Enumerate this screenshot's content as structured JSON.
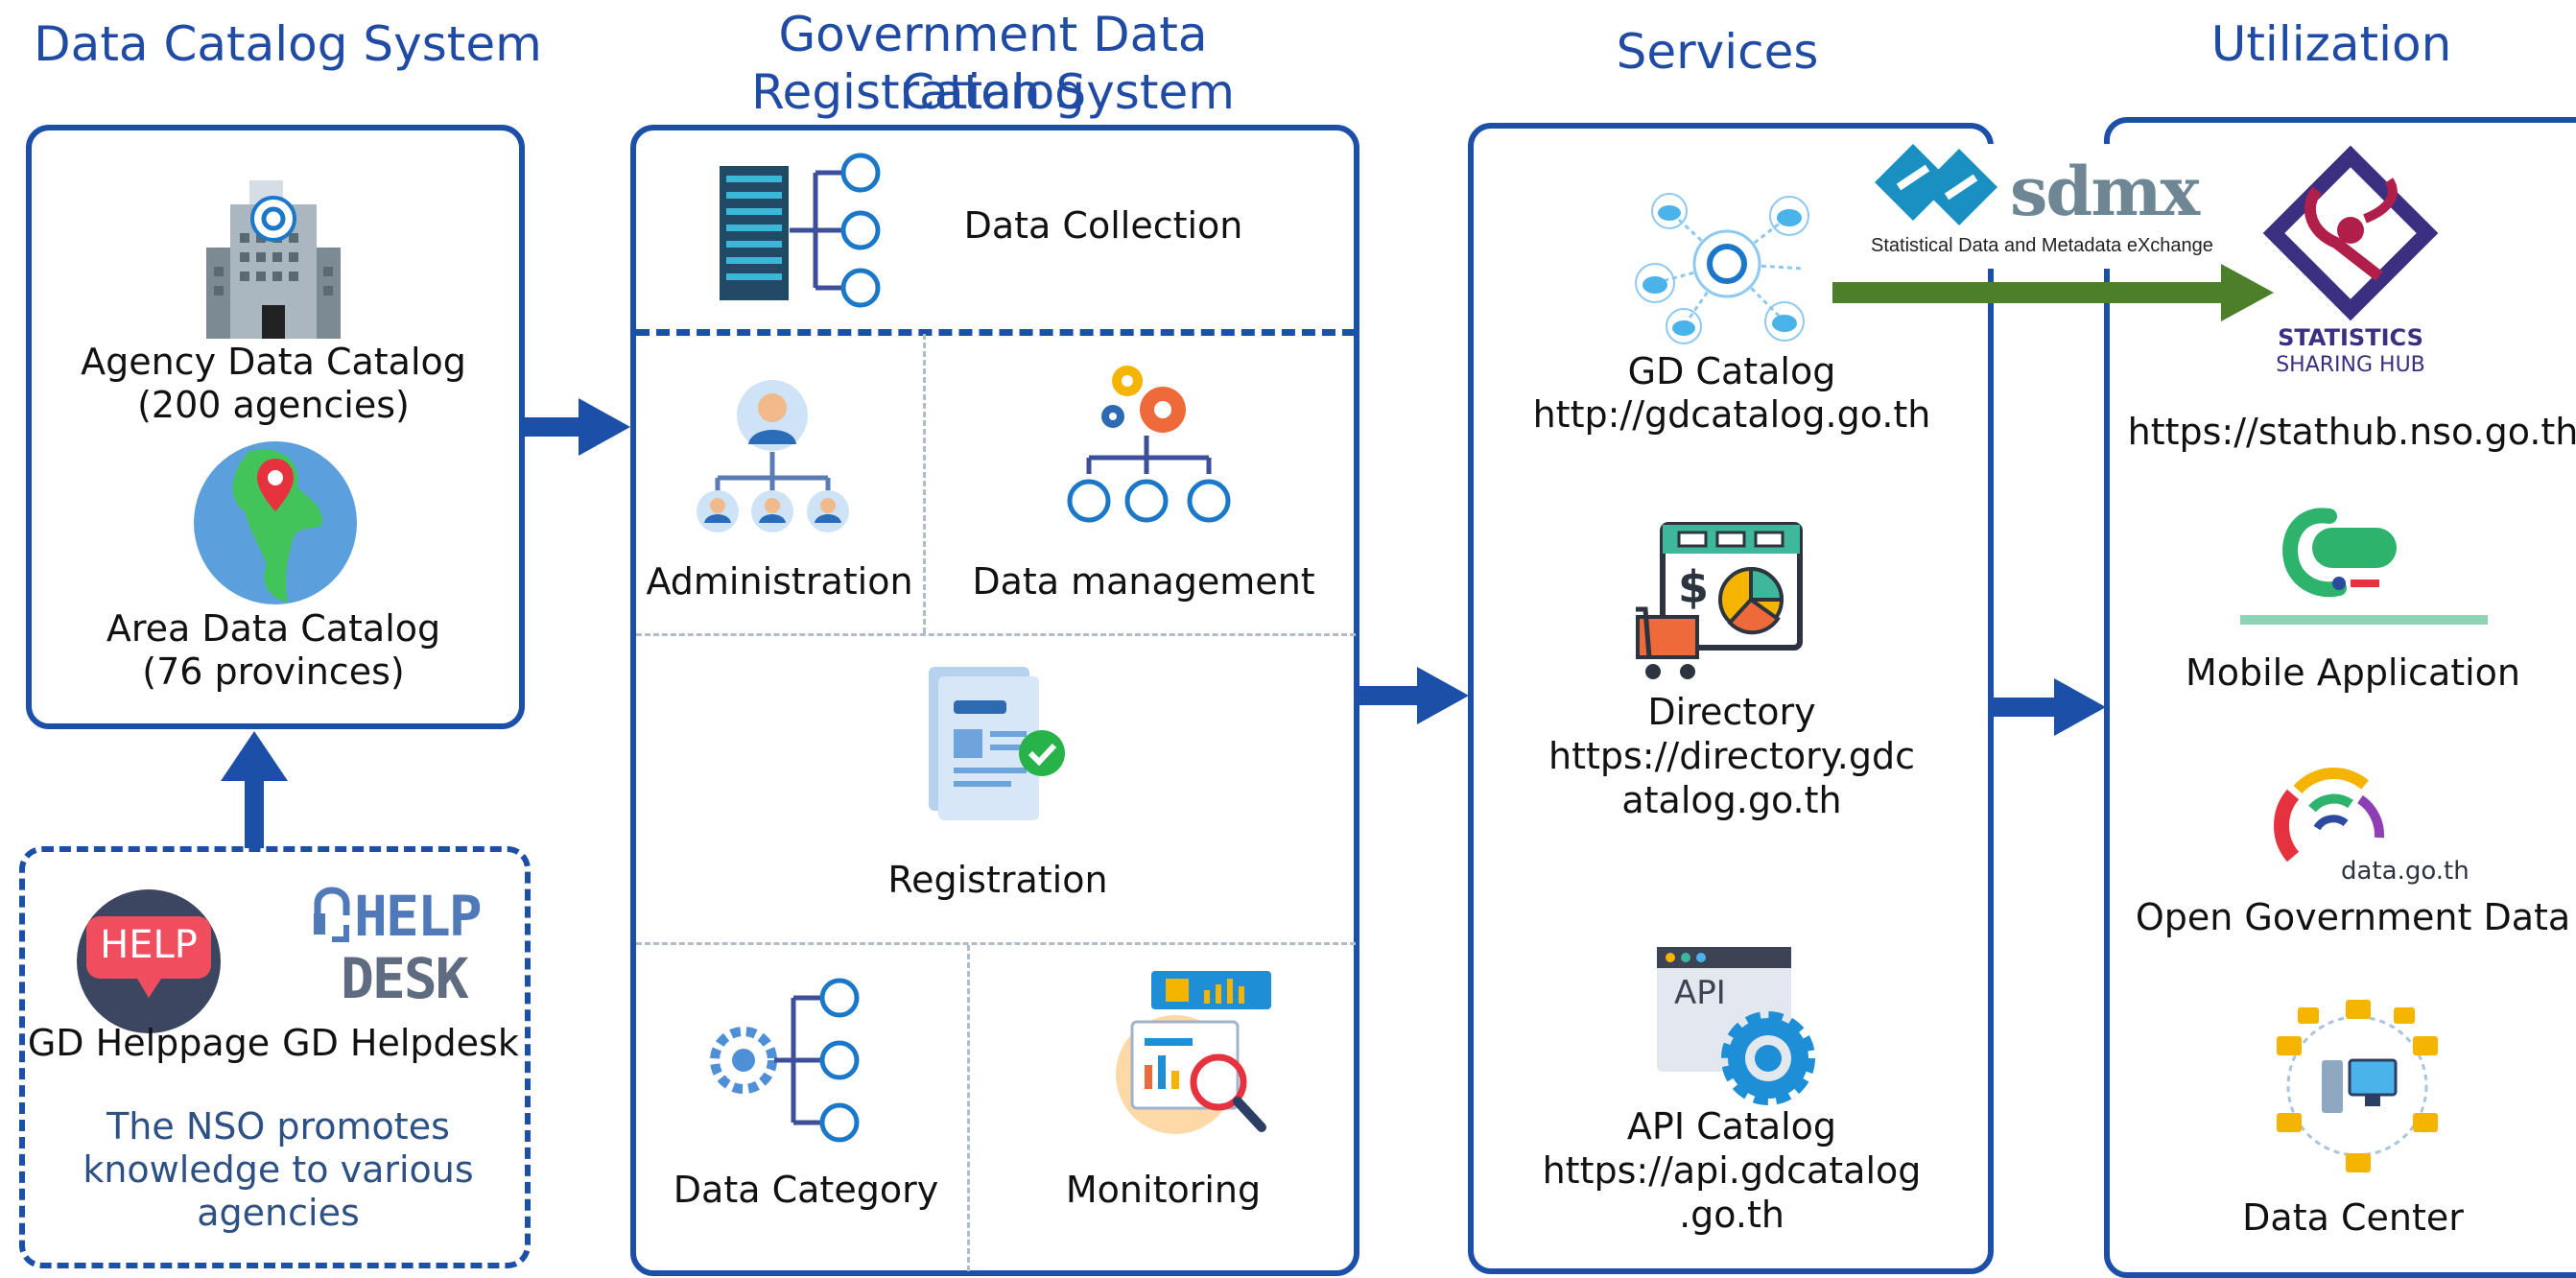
{
  "headers": {
    "col1": "Data Catalog System",
    "col2_line1": "Government Data Catalog",
    "col2_line2": "Registration System",
    "col3": "Services",
    "col4": "Utilization"
  },
  "catalog_system": {
    "agency_line1": "Agency Data Catalog",
    "agency_line2": "(200 agencies)",
    "area_line1": "Area Data Catalog",
    "area_line2": "(76 provinces)"
  },
  "help": {
    "helppage_logo": "HELP",
    "helpdesk_logo_line1": "HELP",
    "helpdesk_logo_line2": "DESK",
    "helppage": "GD Helppage",
    "helpdesk": "GD Helpdesk",
    "note_line1": "The NSO promotes",
    "note_line2": "knowledge to various",
    "note_line3": "agencies"
  },
  "registration_system": {
    "data_collection": "Data Collection",
    "administration": "Administration",
    "data_management": "Data management",
    "registration": "Registration",
    "data_category": "Data Category",
    "monitoring": "Monitoring"
  },
  "services": {
    "gd_catalog_line1": "GD Catalog",
    "gd_catalog_line2": "http://gdcatalog.go.th",
    "directory_line1": "Directory",
    "directory_line2": "https://directory.gdc",
    "directory_line3": "atalog.go.th",
    "api_icon_text": "API",
    "api_line1": "API Catalog",
    "api_line2": "https://api.gdcatalog",
    "api_line3": ".go.th"
  },
  "sdmx": {
    "logo": "sdmx",
    "caption": "Statistical Data and Metadata eXchange"
  },
  "utilization": {
    "stathub_logo_line1": "STATISTICS",
    "stathub_logo_line2": "SHARING HUB",
    "stathub_url": "https://stathub.nso.go.th",
    "mobile": "Mobile Application",
    "datagoth_logo": "data.go.th",
    "open_gov": "Open Government Data",
    "data_center": "Data Center"
  },
  "colors": {
    "primary_blue": "#1b4fa8",
    "heading_blue": "#1f4ba5",
    "arrow_green": "#4d7f2a",
    "divider_gray": "#b0bccb"
  }
}
